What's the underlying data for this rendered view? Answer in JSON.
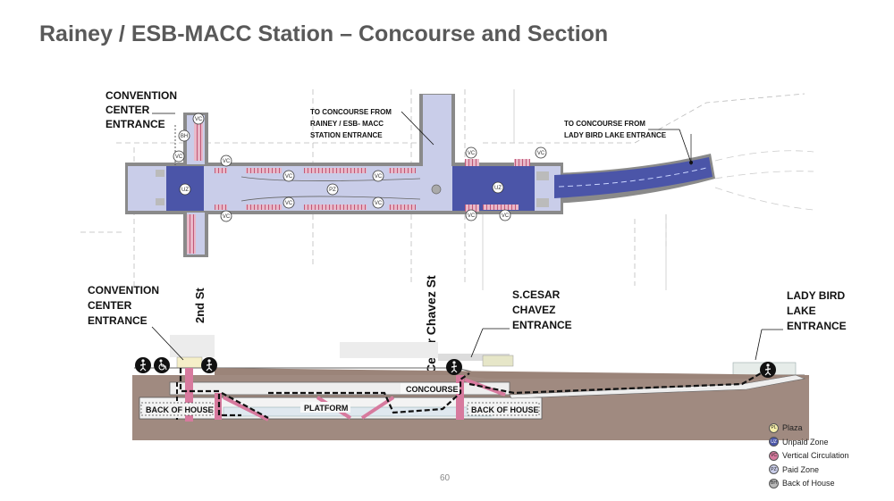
{
  "slide": {
    "title": "Rainey / ESB-MACC Station – Concourse and Section",
    "page_number": "60"
  },
  "plan": {
    "labels": {
      "convention_line1": "CONVENTION",
      "convention_line2": "CENTER",
      "convention_line3": "ENTRANCE",
      "rainey_note_line1": "TO CONCOURSE FROM",
      "rainey_note_line2": "RAINEY / ESB- MACC",
      "rainey_note_line3": "STATION ENTRANCE",
      "ladybird_note_line1": "TO CONCOURSE FROM",
      "ladybird_note_line2": "LADY BIRD LAKE ENTRANCE"
    },
    "badges": {
      "vc": "VC",
      "bh": "BH",
      "uz": "UZ",
      "pz": "PZ"
    }
  },
  "streets": {
    "second_st": "2nd St",
    "cesar_chavez": "Cesar Chavez St"
  },
  "section": {
    "convention_line1": "CONVENTION",
    "convention_line2": "CENTER",
    "convention_line3": "ENTRANCE",
    "scesar_line1": "S.CESAR",
    "scesar_line2": "CHAVEZ",
    "scesar_line3": "ENTRANCE",
    "ladybird_line1": "LADY BIRD",
    "ladybird_line2": "LAKE",
    "ladybird_line3": "ENTRANCE",
    "concourse": "CONCOURSE",
    "platform": "PLATFORM",
    "back_of_house_left": "BACK OF HOUSE",
    "back_of_house_right": "BACK OF HOUSE"
  },
  "legend": [
    {
      "code": "PL",
      "label": "Plaza",
      "color": "#f7efaa"
    },
    {
      "code": "UZ",
      "label": "Unpaid Zone",
      "color": "#4b55a8"
    },
    {
      "code": "VC",
      "label": "Vertical Circulation",
      "color": "#d77a9e"
    },
    {
      "code": "PZ",
      "label": "Paid Zone",
      "color": "#c9cde9"
    },
    {
      "code": "BH",
      "label": "Back of House",
      "color": "#b8b8b8"
    }
  ]
}
